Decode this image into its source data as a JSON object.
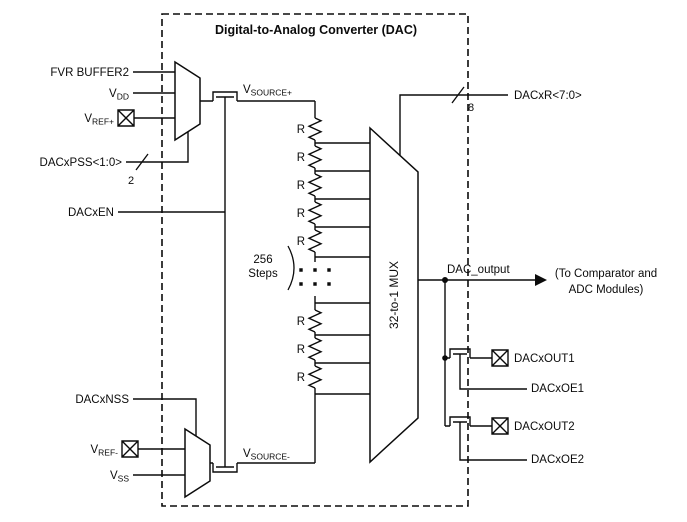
{
  "title": "Digital-to-Analog Converter (DAC)",
  "labels": {
    "fvr_buffer2": "FVR BUFFER2",
    "vdd": {
      "base": "V",
      "sub": "DD"
    },
    "vref_plus": {
      "base": "V",
      "sub": "REF+"
    },
    "dacxpss": "DACxPSS<1:0>",
    "pss_bus_width": "2",
    "dacxen": "DACxEN",
    "dacxnss": "DACxNSS",
    "vref_minus": {
      "base": "V",
      "sub": "REF-"
    },
    "vss": {
      "base": "V",
      "sub": "SS"
    },
    "vsource_plus": {
      "base": "V",
      "sub": "SOURCE+"
    },
    "vsource_minus": {
      "base": "V",
      "sub": "SOURCE-"
    },
    "resistor": "R",
    "steps_line1": "256",
    "steps_line2": "Steps",
    "mux": "32-to-1 MUX",
    "dacxr": "DACxR<7:0>",
    "dacxr_bus_width": "8",
    "dac_output": "DAC_output",
    "to_comparator_line1": "(To Comparator and",
    "to_comparator_line2": "ADC Modules)",
    "dacxout1": "DACxOUT1",
    "dacxoe1": "DACxOE1",
    "dacxout2": "DACxOUT2",
    "dacxoe2": "DACxOE2"
  },
  "colors": {
    "line": "#0b0b0b",
    "background": "#ffffff"
  }
}
